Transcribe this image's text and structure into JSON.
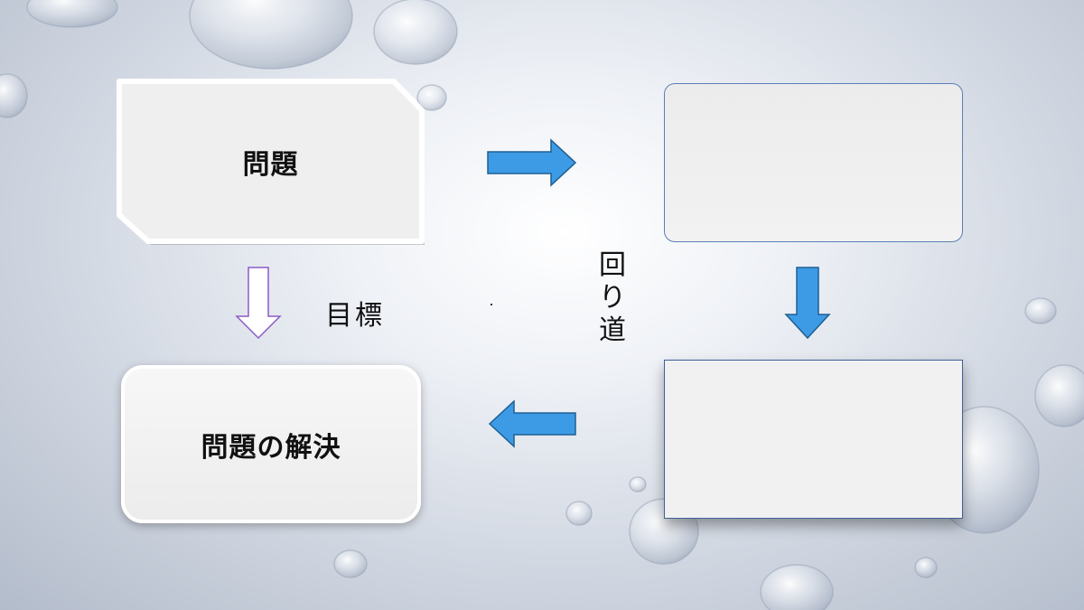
{
  "diagram": {
    "problem_label": "問題",
    "solution_label": "問題の解決",
    "goal_label": "目標",
    "detour_chars": [
      "回",
      "り",
      "道"
    ]
  },
  "colors": {
    "arrow_blue": "#3d9be6",
    "arrow_blue_stroke": "#1e5f92",
    "goal_arrow_stroke": "#8a5cc4"
  }
}
